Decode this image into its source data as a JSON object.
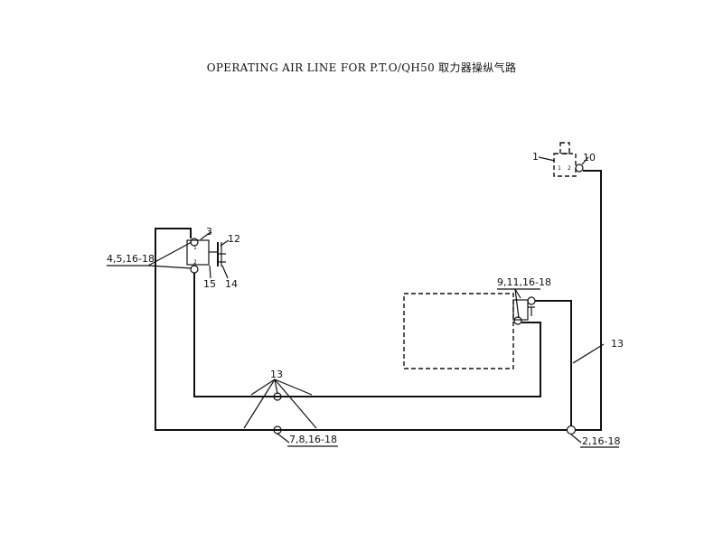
{
  "title": "OPERATING AIR LINE FOR P.T.O/QH50 取力器操纵气路",
  "labels": {
    "l1": "1",
    "l10": "10",
    "l3": "3",
    "l12": "12",
    "l15": "15",
    "l14": "14",
    "l_4_5": "4,5,16-18",
    "l_9_11": "9,11,16-18",
    "l13_right": "13",
    "l13_mid": "13",
    "l_7_8": "7,8,16-18",
    "l_2": "2,16-18"
  },
  "port_marks": {
    "valve1_in": "1",
    "valve1_out": "2",
    "cyl_in": "1",
    "cyl_out": "2"
  }
}
